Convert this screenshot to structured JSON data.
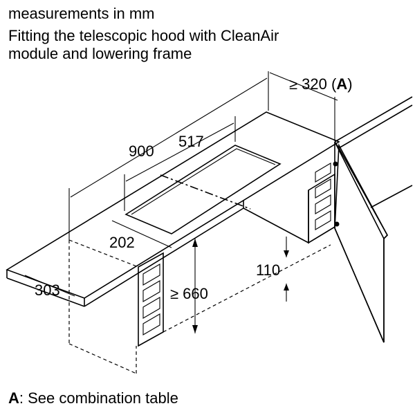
{
  "header": {
    "line1": "measurements in mm",
    "line2": "Fitting the telescopic hood with CleanAir",
    "line3": "module and lowering frame"
  },
  "dimensions": {
    "d320_prefix": "≥ 320 (",
    "d320_bold": "A",
    "d320_suffix": ")",
    "d900": "900",
    "d517": "517",
    "d202": "202",
    "d303": "303",
    "d110": "110",
    "d660": "≥ 660"
  },
  "footer": {
    "bold": "A",
    "text": ":  See combination table"
  }
}
